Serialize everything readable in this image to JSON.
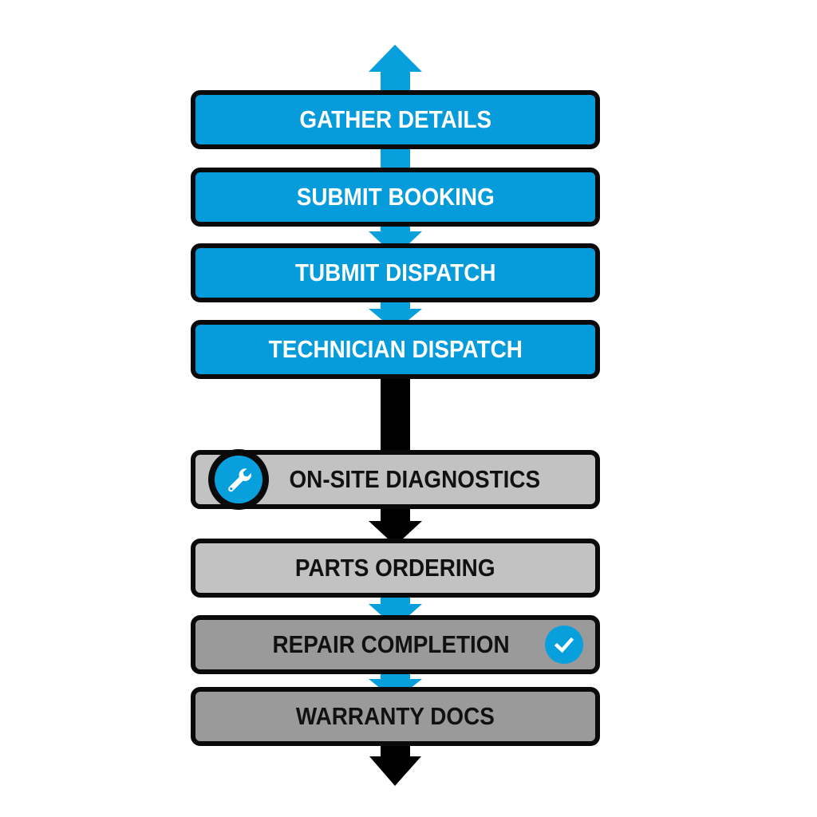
{
  "colors": {
    "accent_blue": "#079fdc",
    "step_blue": "#069cdb",
    "step_light_grey": "#c2c2c2",
    "step_mid_grey": "#bdbdbd",
    "step_dark_grey": "#9a9a9a",
    "outline": "#0a0a0a",
    "arrow_black": "#000000",
    "icon_white": "#ffffff"
  },
  "flow": {
    "top_arrow": {
      "direction": "up",
      "color": "blue"
    },
    "bottom_arrow": {
      "direction": "down",
      "color": "black"
    },
    "steps": [
      {
        "label": "GATHER DETAILS",
        "style": "blue"
      },
      {
        "label": "SUBMIT BOOKING",
        "style": "blue"
      },
      {
        "label": "TUBMIT DISPATCH",
        "style": "blue"
      },
      {
        "label": "TECHNICIAN DISPATCH",
        "style": "blue"
      },
      {
        "label": "ON-SITE DIAGNOSTICS",
        "style": "grey-light",
        "icon": "wrench-icon"
      },
      {
        "label": "PARTS ORDERING",
        "style": "grey-light"
      },
      {
        "label": "REPAIR COMPLETION",
        "style": "grey-dark",
        "icon": "checkmark-icon"
      },
      {
        "label": "WARRANTY DOCS",
        "style": "grey-dark"
      }
    ],
    "connectors": [
      {
        "from": "GATHER DETAILS",
        "to": "SUBMIT BOOKING",
        "color": "blue",
        "head": false
      },
      {
        "from": "SUBMIT BOOKING",
        "to": "TUBMIT DISPATCH",
        "color": "blue",
        "head": true
      },
      {
        "from": "TUBMIT DISPATCH",
        "to": "TECHNICIAN DISPATCH",
        "color": "blue",
        "head": true
      },
      {
        "from": "TECHNICIAN DISPATCH",
        "to": "ON-SITE DIAGNOSTICS",
        "color": "black",
        "head": false
      },
      {
        "from": "ON-SITE DIAGNOSTICS",
        "to": "PARTS ORDERING",
        "color": "black",
        "head": true
      },
      {
        "from": "PARTS ORDERING",
        "to": "REPAIR COMPLETION",
        "color": "blue",
        "head": true
      },
      {
        "from": "REPAIR COMPLETION",
        "to": "WARRANTY DOCS",
        "color": "blue",
        "head": true
      }
    ]
  }
}
